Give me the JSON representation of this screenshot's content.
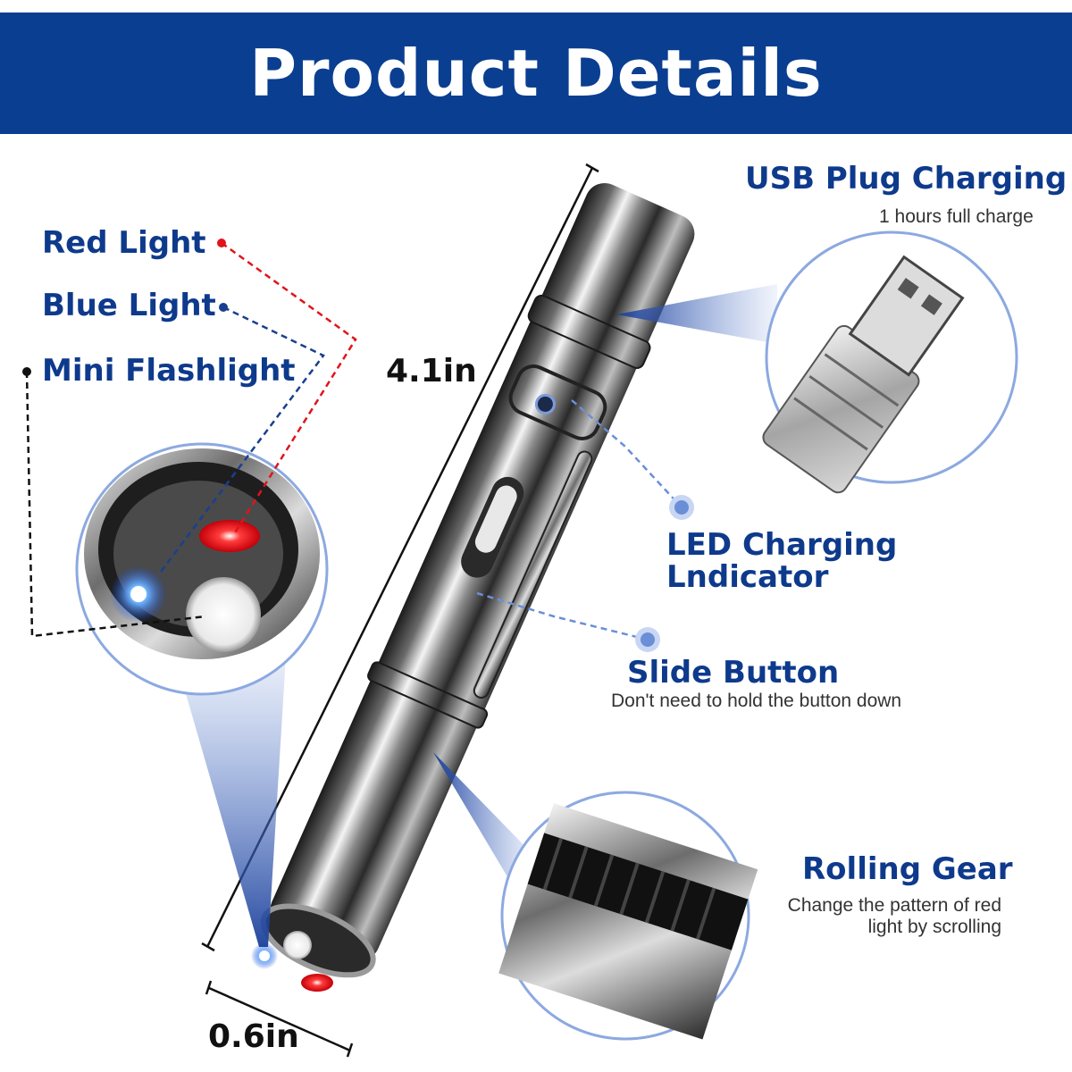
{
  "banner": {
    "title": "Product Details",
    "bg_color": "#0a3e91"
  },
  "left_labels": {
    "red_light": "Red Light",
    "blue_light": "Blue Light",
    "mini_flashlight": "Mini Flashlight"
  },
  "usb": {
    "title": "USB Plug Charging",
    "subtitle": "1 hours full charge"
  },
  "led": {
    "title_line1": "LED Charging",
    "title_line2": "Lndicator"
  },
  "slide": {
    "title": "Slide Button",
    "subtitle": "Don't need to hold the button down"
  },
  "gear": {
    "title": "Rolling Gear",
    "subtitle_line1": "Change the pattern of red",
    "subtitle_line2": "light by scrolling"
  },
  "dimensions": {
    "length": "4.1in",
    "diameter": "0.6in"
  },
  "colors": {
    "label_blue": "#0e3a8c",
    "red_line": "#e0141b",
    "blue_line": "#1a3f8f",
    "callout_blue": "#6a8fd6"
  }
}
